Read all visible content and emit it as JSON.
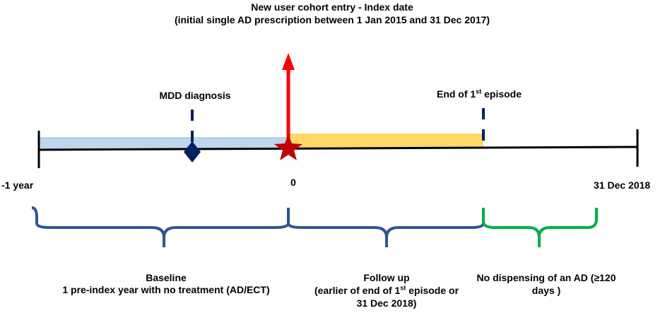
{
  "header": {
    "line1": "New user cohort entry - Index date",
    "line2": "(initial single AD prescription between 1 Jan 2015 and 31 Dec 2017)"
  },
  "markers": {
    "mdd": "MDD diagnosis",
    "end_episode_prefix": "End of 1",
    "end_episode_sup": "st",
    "end_episode_suffix": " episode"
  },
  "axis": {
    "left": "-1 year",
    "zero": "0",
    "right": "31 Dec 2018"
  },
  "periods": {
    "baseline_title": "Baseline",
    "baseline_desc": "1 pre-index year with no treatment (AD/ECT)",
    "followup_title": "Follow up",
    "followup_line2_prefix": "(earlier of end of 1",
    "followup_line2_sup": "st",
    "followup_line2_suffix": " episode or",
    "followup_line3": "31 Dec 2018)",
    "nodisp_line1": "No dispensing of an AD (≥120",
    "nodisp_line2": "days )"
  },
  "colors": {
    "baseline_bar": "#bdd7ee",
    "baseline_bar_edge": "#8fb4dc",
    "followup_bar": "#ffd966",
    "index_arrow": "#ff0000",
    "star": "#c00000",
    "diamond": "#002060",
    "blue_brace": "#2f5597",
    "green_brace": "#00b050"
  }
}
